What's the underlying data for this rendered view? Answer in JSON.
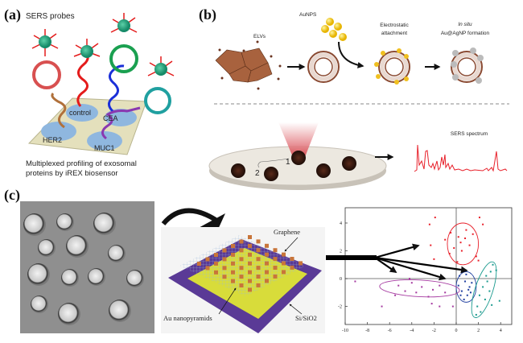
{
  "panel_a": {
    "label": "(a)",
    "title": "SERS probes",
    "spots": [
      "control",
      "CEA",
      "HER2",
      "MUC1"
    ],
    "caption_line1": "Multiplexed profiling of exosomal",
    "caption_line2": "proteins by iREX biosensor"
  },
  "panel_b": {
    "label": "(b)",
    "elvs": "ELVs",
    "aunps": "AuNPS",
    "electrostatic_line1": "Electrostatic",
    "electrostatic_line2": "attachment",
    "insitu_line1": "In situ",
    "insitu_line2": "Au@AgNP formation",
    "spectrum_label": "SERS spectrum",
    "spot1": "1",
    "spot2": "2"
  },
  "panel_c": {
    "label": "(c)",
    "graphene": "Graphene",
    "nanopyramids": "Au nanopyramids",
    "substrate": "Si/SiO2"
  },
  "colors": {
    "red": "#e8202a",
    "blue": "#1f3fa0",
    "teal": "#1a9a8e",
    "purple": "#a53aa0",
    "device_purple": "#5a3a96",
    "device_yellow": "#d8dc3a"
  },
  "chart_data": {
    "type": "scatter",
    "xlim": [
      -10,
      5
    ],
    "ylim": [
      -3.3,
      5.1
    ],
    "xticks": [
      -10,
      -8,
      -6,
      -4,
      -2,
      0,
      2,
      4
    ],
    "yticks": [
      -2,
      0,
      2,
      4
    ],
    "series": [
      {
        "name": "red",
        "color": "#e8202a",
        "ellipse": {
          "cx": 0.6,
          "cy": 2.5,
          "rx": 1.4,
          "ry": 1.5,
          "angle": 0
        },
        "points": [
          [
            -1.9,
            4.4
          ],
          [
            -2.4,
            3.9
          ],
          [
            2.1,
            4.4
          ],
          [
            2.4,
            3.9
          ],
          [
            -0.5,
            3.3
          ],
          [
            0.2,
            3.0
          ],
          [
            0.8,
            2.9
          ],
          [
            1.2,
            2.4
          ],
          [
            -0.2,
            2.2
          ],
          [
            0.5,
            2.0
          ],
          [
            1.8,
            1.6
          ],
          [
            2.0,
            1.3
          ],
          [
            -2.3,
            2.4
          ],
          [
            -2.0,
            1.4
          ],
          [
            0.1,
            1.2
          ],
          [
            0.9,
            3.5
          ],
          [
            -1.0,
            2.8
          ],
          [
            1.5,
            3.2
          ],
          [
            0.4,
            2.6
          ],
          [
            -0.6,
            1.8
          ]
        ]
      },
      {
        "name": "blue",
        "color": "#1f3fa0",
        "ellipse": {
          "cx": 0.9,
          "cy": -0.6,
          "rx": 0.9,
          "ry": 1.1,
          "angle": 0
        },
        "points": [
          [
            0.3,
            0.2
          ],
          [
            0.8,
            -0.2
          ],
          [
            1.2,
            -0.6
          ],
          [
            0.5,
            -0.9
          ],
          [
            1.0,
            -1.2
          ],
          [
            1.4,
            -0.3
          ],
          [
            0.2,
            -0.5
          ],
          [
            0.7,
            -1.5
          ],
          [
            1.3,
            -1.0
          ],
          [
            0.9,
            0.3
          ],
          [
            0.4,
            -1.2
          ],
          [
            1.1,
            -0.8
          ]
        ]
      },
      {
        "name": "teal",
        "color": "#1a9a8e",
        "ellipse": {
          "cx": 2.5,
          "cy": -0.8,
          "rx": 0.8,
          "ry": 2.1,
          "angle": 18
        },
        "points": [
          [
            3.3,
            1.0
          ],
          [
            3.1,
            0.5
          ],
          [
            2.8,
            -0.2
          ],
          [
            2.4,
            -0.6
          ],
          [
            2.1,
            -1.2
          ],
          [
            2.6,
            -1.5
          ],
          [
            3.0,
            -0.9
          ],
          [
            1.9,
            -2.0
          ],
          [
            2.2,
            -2.4
          ],
          [
            1.8,
            -2.6
          ],
          [
            3.6,
            0.6
          ],
          [
            3.9,
            -1.6
          ],
          [
            2.7,
            0.2
          ],
          [
            3.2,
            -1.9
          ]
        ]
      },
      {
        "name": "purple",
        "color": "#a53aa0",
        "ellipse": {
          "cx": -3.3,
          "cy": -0.7,
          "rx": 3.6,
          "ry": 0.6,
          "angle": 3
        },
        "points": [
          [
            -9.1,
            -0.2
          ],
          [
            -6.7,
            -2.0
          ],
          [
            -5.2,
            -0.5
          ],
          [
            -4.6,
            -0.9
          ],
          [
            -4.0,
            -0.3
          ],
          [
            -3.6,
            -1.0
          ],
          [
            -3.1,
            -0.6
          ],
          [
            -2.5,
            -1.3
          ],
          [
            -2.1,
            -0.8
          ],
          [
            -1.5,
            -0.5
          ],
          [
            -1.0,
            -1.0
          ],
          [
            -2.2,
            -1.8
          ],
          [
            -1.5,
            -2.0
          ],
          [
            -0.3,
            -2.0
          ],
          [
            -5.5,
            -1.2
          ],
          [
            -4.2,
            0.0
          ]
        ]
      }
    ]
  }
}
